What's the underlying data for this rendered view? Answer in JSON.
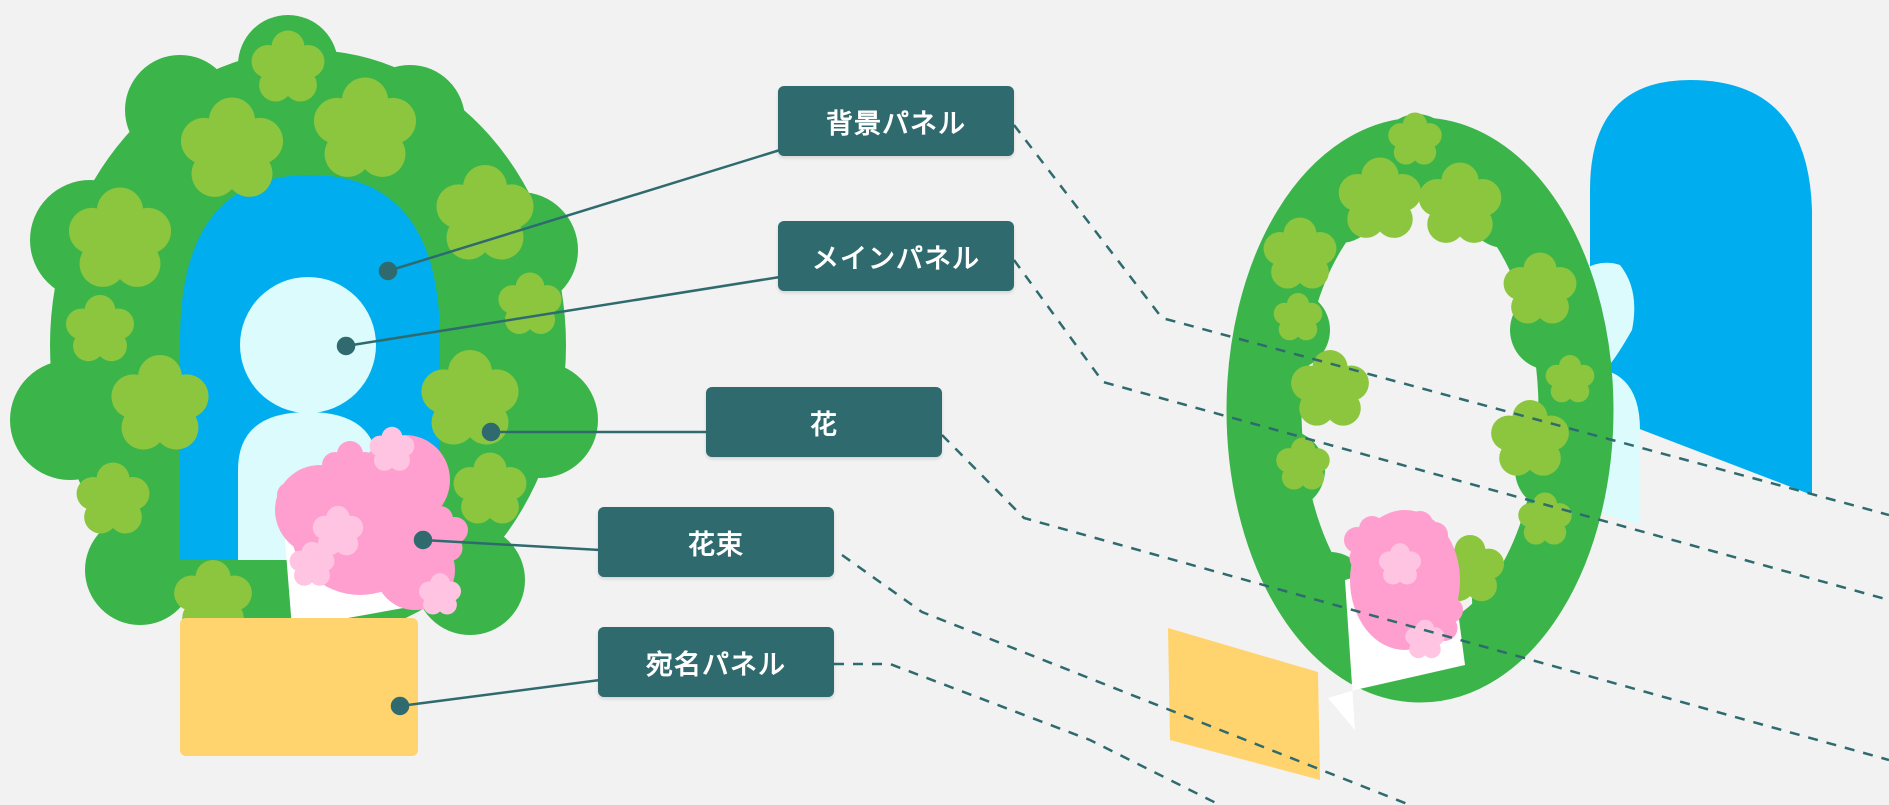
{
  "labels": {
    "background_panel": "背景パネル",
    "main_panel": "メインパネル",
    "flower": "花",
    "bouquet": "花束",
    "name_panel": "宛名パネル"
  },
  "colors": {
    "background": "#f2f2f2",
    "label_fill": "#2f6b6e",
    "label_text": "#ffffff",
    "leader_line": "#2f6b6e",
    "wreath_green": "#3bb54a",
    "flower_light_green": "#8cc63f",
    "sky_blue": "#00aeef",
    "main_panel_fill": "#dcfbfd",
    "bouquet_pink": "#ff9fcf",
    "bouquet_pink_light": "#ffc4e1",
    "name_panel_yellow": "#ffd46e",
    "wrap_white": "#ffffff"
  }
}
